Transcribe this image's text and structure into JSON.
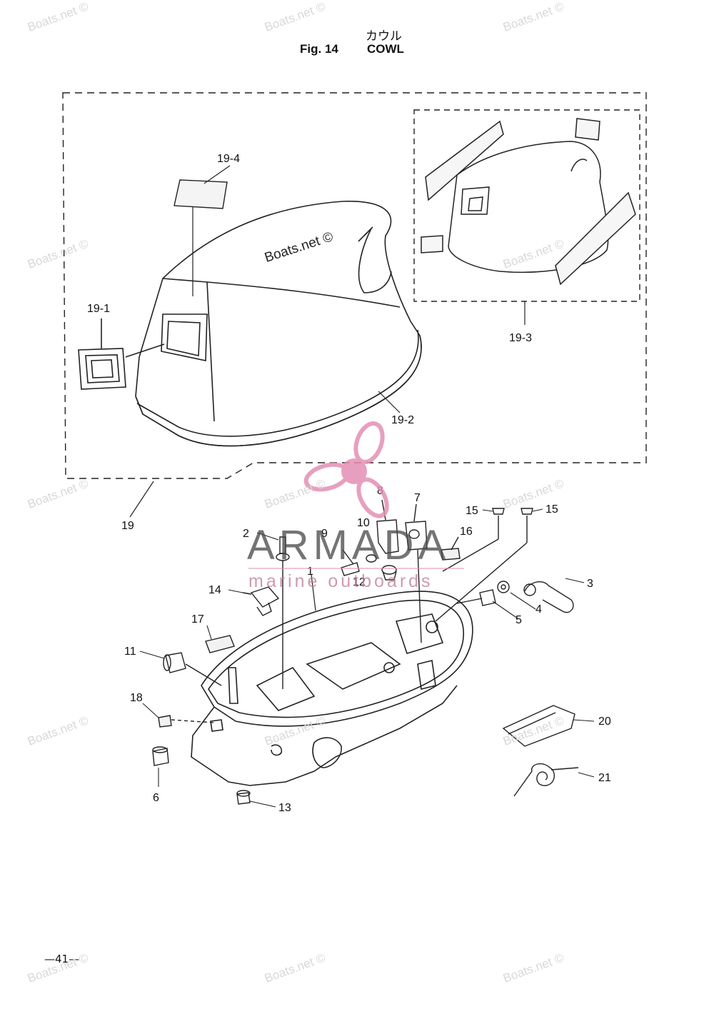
{
  "header": {
    "title_jp": "カウル",
    "fig_label": "Fig. 14",
    "title": "COWL"
  },
  "page_number": "—41—",
  "watermark": {
    "text": "Boats.net ©",
    "center_text": "Boats.net ©"
  },
  "logo": {
    "name": "ARMADA",
    "tagline": "marine outboards",
    "accent_color": "#e58fb5"
  },
  "callouts": [
    "19-4",
    "19-1",
    "19-2",
    "19-3",
    "19",
    "8",
    "7",
    "15",
    "15",
    "2",
    "9",
    "10",
    "16",
    "1",
    "12",
    "14",
    "3",
    "4",
    "5",
    "17",
    "11",
    "18",
    "20",
    "21",
    "6",
    "13"
  ]
}
